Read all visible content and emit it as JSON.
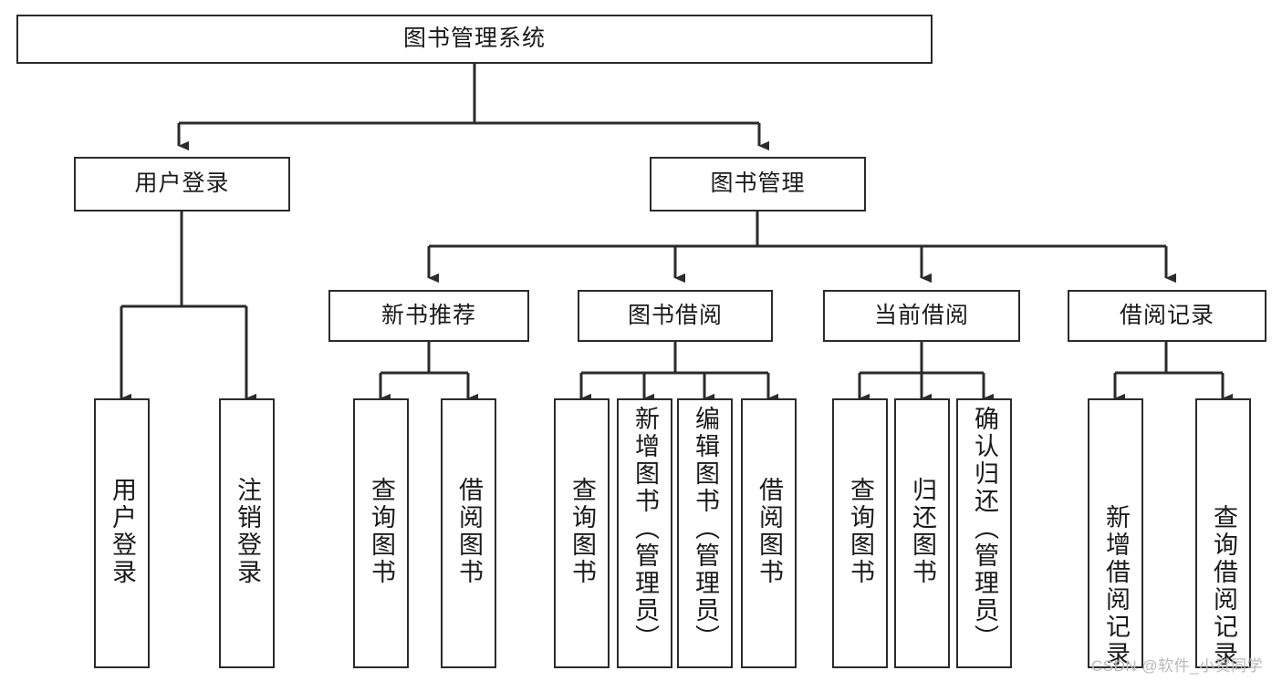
{
  "diagram": {
    "title": "图书管理系统",
    "type": "tree-hierarchy",
    "stroke_color": "#2b2b2b",
    "background_color": "#ffffff",
    "text_color": "#1a1a1a"
  },
  "nodes": {
    "root": {
      "label": "图书管理系统",
      "level": 1
    },
    "l2": [
      {
        "id": "user-login",
        "label": "用户登录",
        "level": 2
      },
      {
        "id": "book-manage",
        "label": "图书管理",
        "level": 2
      }
    ],
    "l3": [
      {
        "id": "new-book-rec",
        "label": "新书推荐",
        "level": 3,
        "parent": "book-manage"
      },
      {
        "id": "book-borrow",
        "label": "图书借阅",
        "level": 3,
        "parent": "book-manage"
      },
      {
        "id": "current-borrow",
        "label": "当前借阅",
        "level": 3,
        "parent": "book-manage"
      },
      {
        "id": "borrow-record",
        "label": "借阅记录",
        "level": 3,
        "parent": "book-manage"
      }
    ],
    "leaves": [
      {
        "id": "leaf-user-login",
        "label": "用户登录",
        "parent": "user-login"
      },
      {
        "id": "leaf-user-logout",
        "label": "注销登录",
        "parent": "user-login"
      },
      {
        "id": "leaf-query-book-1",
        "label": "查询图书",
        "parent": "new-book-rec"
      },
      {
        "id": "leaf-borrow-book-1",
        "label": "借阅图书",
        "parent": "new-book-rec"
      },
      {
        "id": "leaf-query-book-2",
        "label": "查询图书",
        "parent": "book-borrow"
      },
      {
        "id": "leaf-add-book",
        "label": "新增图书（管理员）",
        "parent": "book-borrow"
      },
      {
        "id": "leaf-edit-book",
        "label": "编辑图书（管理员）",
        "parent": "book-borrow"
      },
      {
        "id": "leaf-borrow-book-2",
        "label": "借阅图书",
        "parent": "book-borrow"
      },
      {
        "id": "leaf-query-book-3",
        "label": "查询图书",
        "parent": "current-borrow"
      },
      {
        "id": "leaf-return-book",
        "label": "归还图书",
        "parent": "current-borrow"
      },
      {
        "id": "leaf-confirm-return",
        "label": "确认归还（管理员）",
        "parent": "current-borrow"
      },
      {
        "id": "leaf-add-record",
        "label": "新增借阅记录",
        "parent": "borrow-record"
      },
      {
        "id": "leaf-query-record",
        "label": "查询借阅记录",
        "parent": "borrow-record"
      }
    ]
  },
  "watermark": {
    "text": "CSDN @软件_小贺同学"
  }
}
